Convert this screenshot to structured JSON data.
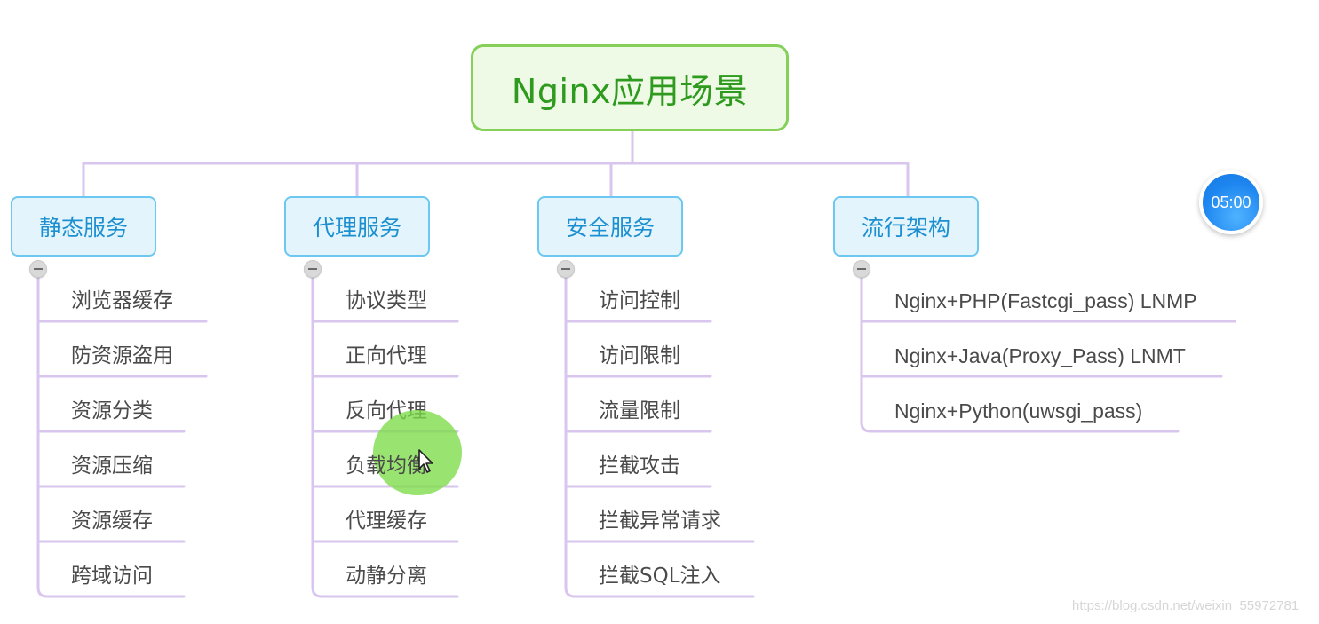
{
  "root": {
    "label": "Nginx应用场景"
  },
  "categories": [
    {
      "label": "静态服务",
      "items": [
        "浏览器缓存",
        "防资源盗用",
        "资源分类",
        "资源压缩",
        "资源缓存",
        "跨域访问"
      ]
    },
    {
      "label": "代理服务",
      "items": [
        "协议类型",
        "正向代理",
        "反向代理",
        "负载均衡",
        "代理缓存",
        "动静分离"
      ]
    },
    {
      "label": "安全服务",
      "items": [
        "访问控制",
        "访问限制",
        "流量限制",
        "拦截攻击",
        "拦截异常请求",
        "拦截SQL注入"
      ]
    },
    {
      "label": "流行架构",
      "items": [
        "Nginx+PHP(Fastcgi_pass) LNMP",
        "Nginx+Java(Proxy_Pass) LNMT",
        "Nginx+Python(uwsgi_pass)"
      ]
    }
  ],
  "timer": {
    "label": "05:00"
  },
  "watermark": "https://blog.csdn.net/weixin_55972781",
  "colors": {
    "root_border": "#86d05a",
    "root_text": "#2e9a1e",
    "category_border": "#6cc8f0",
    "category_text": "#1b8fd0",
    "connector": "#d8c6ee",
    "cursor_highlight": "#7cdc48"
  },
  "icons": {
    "collapse": "minus-circle-icon",
    "cursor": "mouse-pointer-icon"
  }
}
